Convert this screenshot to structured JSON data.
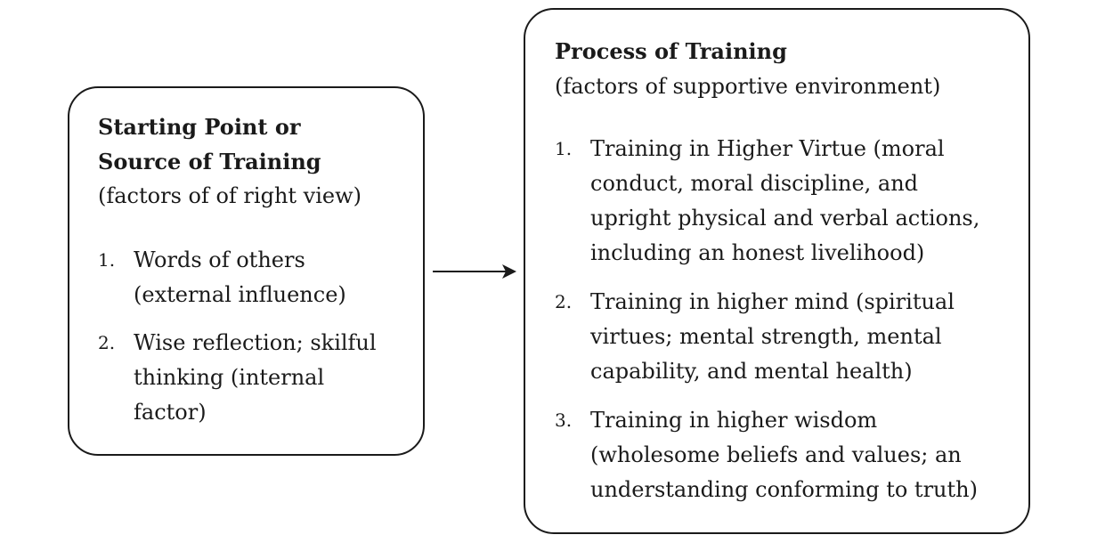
{
  "left_box": {
    "title_lines": [
      "Starting Point or",
      "Source of Training"
    ],
    "subtitle": "(factors of of right view)",
    "items": [
      {
        "number": "1.",
        "lines": [
          "Words of others",
          "(external influence)"
        ]
      },
      {
        "number": "2.",
        "lines": [
          "Wise reflection; skilful",
          "thinking (internal",
          "factor)"
        ]
      }
    ]
  },
  "right_box": {
    "title": "Process of Training",
    "subtitle": "(factors of supportive environment)",
    "items": [
      {
        "number": "1.",
        "lines": [
          "Training in Higher Virtue (moral",
          "conduct, moral discipline, and",
          "upright physical and verbal actions,",
          "including an honest livelihood)"
        ]
      },
      {
        "number": "2.",
        "lines": [
          "Training in higher mind (spiritual",
          "virtues; mental strength, mental",
          "capability, and mental health)"
        ]
      },
      {
        "number": "3.",
        "lines": [
          "Training in higher wisdom",
          "(wholesome beliefs and values; an",
          "understanding conforming to truth)"
        ]
      }
    ]
  }
}
